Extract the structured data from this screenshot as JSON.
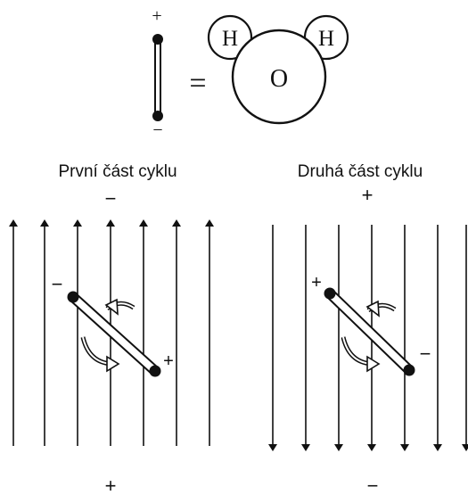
{
  "molecule": {
    "dipole_plus": "+",
    "dipole_minus": "−",
    "equals": "=",
    "atom_h_left": "H",
    "atom_h_right": "H",
    "atom_o": "O"
  },
  "panel_first": {
    "title": "První část cyklu",
    "top_sign": "−",
    "bottom_sign": "+",
    "dipole_end_negative": "−",
    "dipole_end_positive": "+",
    "field_direction": "up"
  },
  "panel_second": {
    "title": "Druhá část cyklu",
    "top_sign": "+",
    "bottom_sign": "−",
    "dipole_end_positive": "+",
    "dipole_end_negative": "−",
    "field_direction": "down"
  },
  "colors": {
    "ink": "#111111",
    "background": "#ffffff"
  }
}
